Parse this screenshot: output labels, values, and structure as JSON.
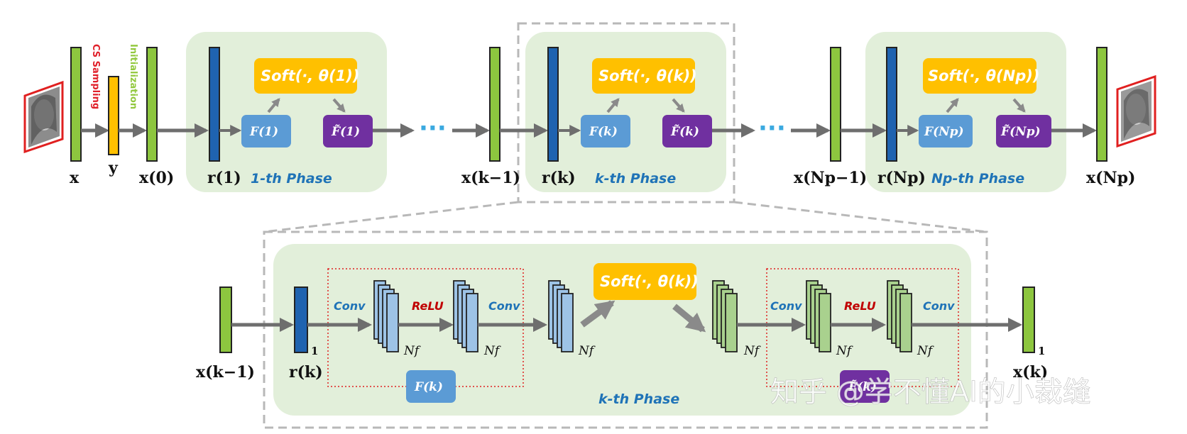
{
  "labels": {
    "x": "x",
    "y": "y",
    "x0": "x(0)",
    "r1": "r(1)",
    "xk_1": "x(k−1)",
    "rk": "r(k)",
    "xNp_1": "x(Np−1)",
    "rNp": "r(Np)",
    "xNp": "x(Np)",
    "cs_sampling": "CS Sampling",
    "initialization": "Initialization",
    "ellipsis": "···",
    "one": "1",
    "nf": "Nf"
  },
  "phases": {
    "p1": {
      "title": "1-th Phase",
      "soft": "Soft(·, θ(1))",
      "F": "F(1)",
      "Ft": "F̃(1)"
    },
    "pk": {
      "title": "k-th Phase",
      "soft": "Soft(·, θ(k))",
      "F": "F(k)",
      "Ft": "F̃(k)"
    },
    "pN": {
      "title": "Np-th Phase",
      "soft": "Soft(·, θ(Np))",
      "F": "F(Np)",
      "Ft": "F̃(Np)"
    }
  },
  "detail": {
    "title": "k-th Phase",
    "soft": "Soft(·, θ(k))",
    "F": "F(k)",
    "Ft": "F̃(k)",
    "conv1": "Conv",
    "relu1": "ReLU",
    "conv2": "Conv",
    "conv3": "Conv",
    "relu2": "ReLU",
    "conv4": "Conv",
    "x_in": "x(k−1)",
    "r_in": "r(k)",
    "x_out": "x(k)"
  },
  "watermark": "知乎 @学不懂AI的小裁缝",
  "colors": {
    "green_bar": "#8dc63f",
    "blue_bar": "#1f63b0",
    "yellow": "#ffc000",
    "light_blue": "#5b9bd5",
    "purple": "#7030a0",
    "phase_bg": "#e2efda",
    "conv_text": "#1f73b7",
    "relu_text": "#c00000",
    "cs_text": "#e0202a",
    "init_text": "#92c83e"
  }
}
